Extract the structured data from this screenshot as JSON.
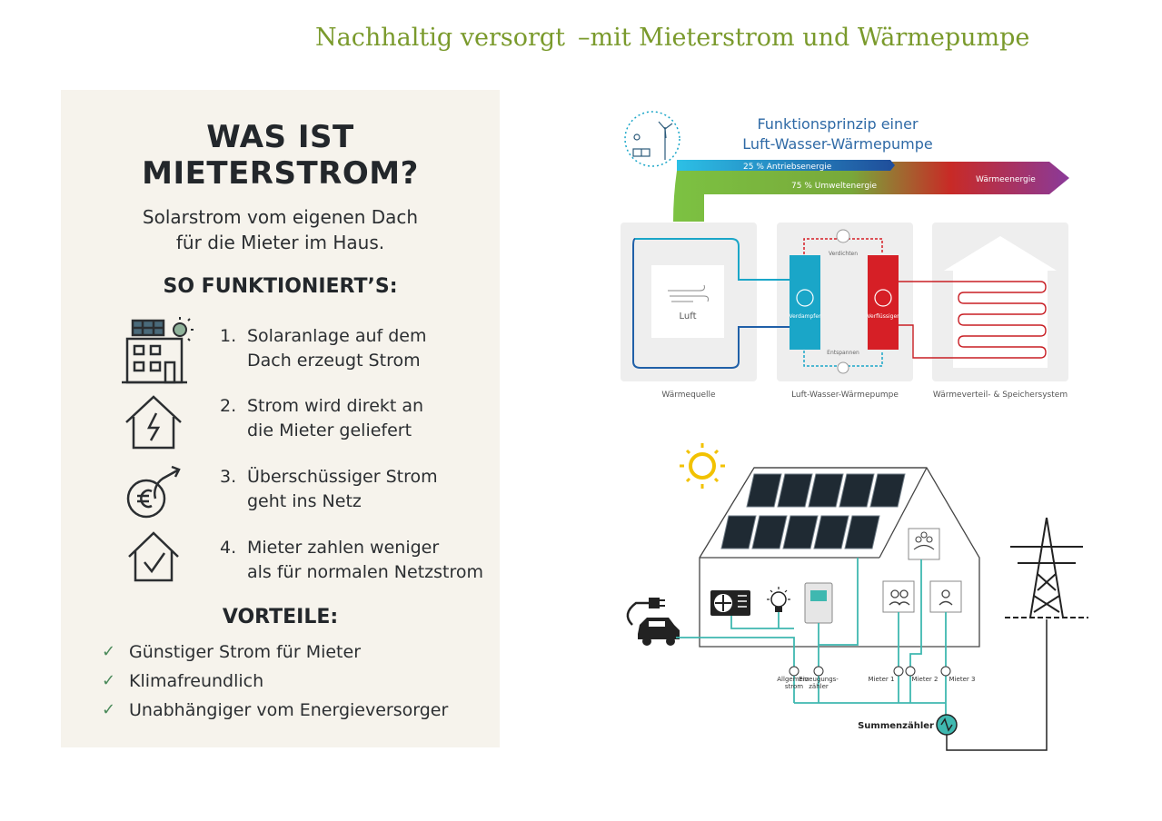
{
  "title": {
    "part1": "Nachhaltig versorgt",
    "part2": "–mit Mieterstrom und Wärmepumpe"
  },
  "panel": {
    "heading_line1": "WAS IST",
    "heading_line2": "MIETERSTROM?",
    "subtitle_line1": "Solarstrom vom eigenen Dach",
    "subtitle_line2": "für die Mieter im Haus.",
    "how_heading": "SO FUNKTIONIERT’S:",
    "steps": [
      {
        "num": "1.",
        "text": "Solaranlage auf dem\nDach erzeugt Strom",
        "icon": "building-solar-icon"
      },
      {
        "num": "2.",
        "text": "Strom wird direkt an\ndie Mieter geliefert",
        "icon": "house-lightning-icon"
      },
      {
        "num": "3.",
        "text": "Überschüssiger Strom\ngeht ins Netz",
        "icon": "euro-arrow-icon"
      },
      {
        "num": "4.",
        "text": "Mieter zahlen weniger\nals für normalen Netzstrom",
        "icon": "house-check-icon"
      }
    ],
    "advantages_heading": "VORTEILE:",
    "advantages": [
      "Günstiger Strom für Mieter",
      "Klimafreundlich",
      "Unabhängiger vom Energieversorger"
    ]
  },
  "heatpump": {
    "title_line1": "Funktionsprinzip einer",
    "title_line2": "Luft-Wasser-Wärmepumpe",
    "drive_energy": "25 % Antriebsenergie",
    "env_energy": "75 % Umweltenergie",
    "heat_energy": "Wärmeenergie",
    "air_label": "Luft",
    "verdichten": "Verdichten",
    "entspannen": "Entspannen",
    "verdampfer": "Verdampfer",
    "verfluessiger": "Verflüssiger",
    "label_source": "Wärmequelle",
    "label_pump": "Luft-Wasser-Wärmepumpe",
    "label_storage": "Wärmeverteil- & Speichersystem"
  },
  "mieterstrom": {
    "meters": [
      "Allgemein-\nstrom",
      "Erzeugungs-\nzähler",
      "Mieter 1",
      "Mieter 2",
      "Mieter 3"
    ],
    "sum_meter": "Summenzähler"
  },
  "colors": {
    "title_green": "#7a9a2c",
    "panel_bg": "#f6f3ec",
    "cyan": "#1aa6c8",
    "red": "#d61f26",
    "line_teal": "#3fb8b0"
  }
}
